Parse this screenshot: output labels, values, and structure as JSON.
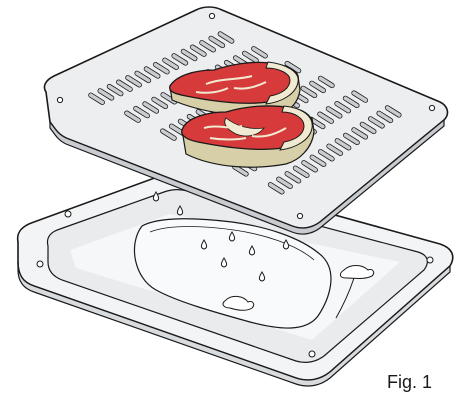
{
  "caption": "Fig. 1",
  "colors": {
    "outline": "#1a1a1a",
    "tray_fill": "#f3f4f5",
    "tray_shade": "#d9dcdf",
    "grill_fill": "#eceef0",
    "grill_shade": "#c8ccd0",
    "slot_fill": "#c9cdd1",
    "meat": "#d63a3a",
    "meat_dark": "#a82626",
    "fat": "#f1ead2",
    "fat_shade": "#d7cfa8"
  },
  "illustration": {
    "grill_slot_rows": 6,
    "grill_slot_columns": 15,
    "drip_drops": 8,
    "steaks": 2,
    "corner_screws": 4
  }
}
